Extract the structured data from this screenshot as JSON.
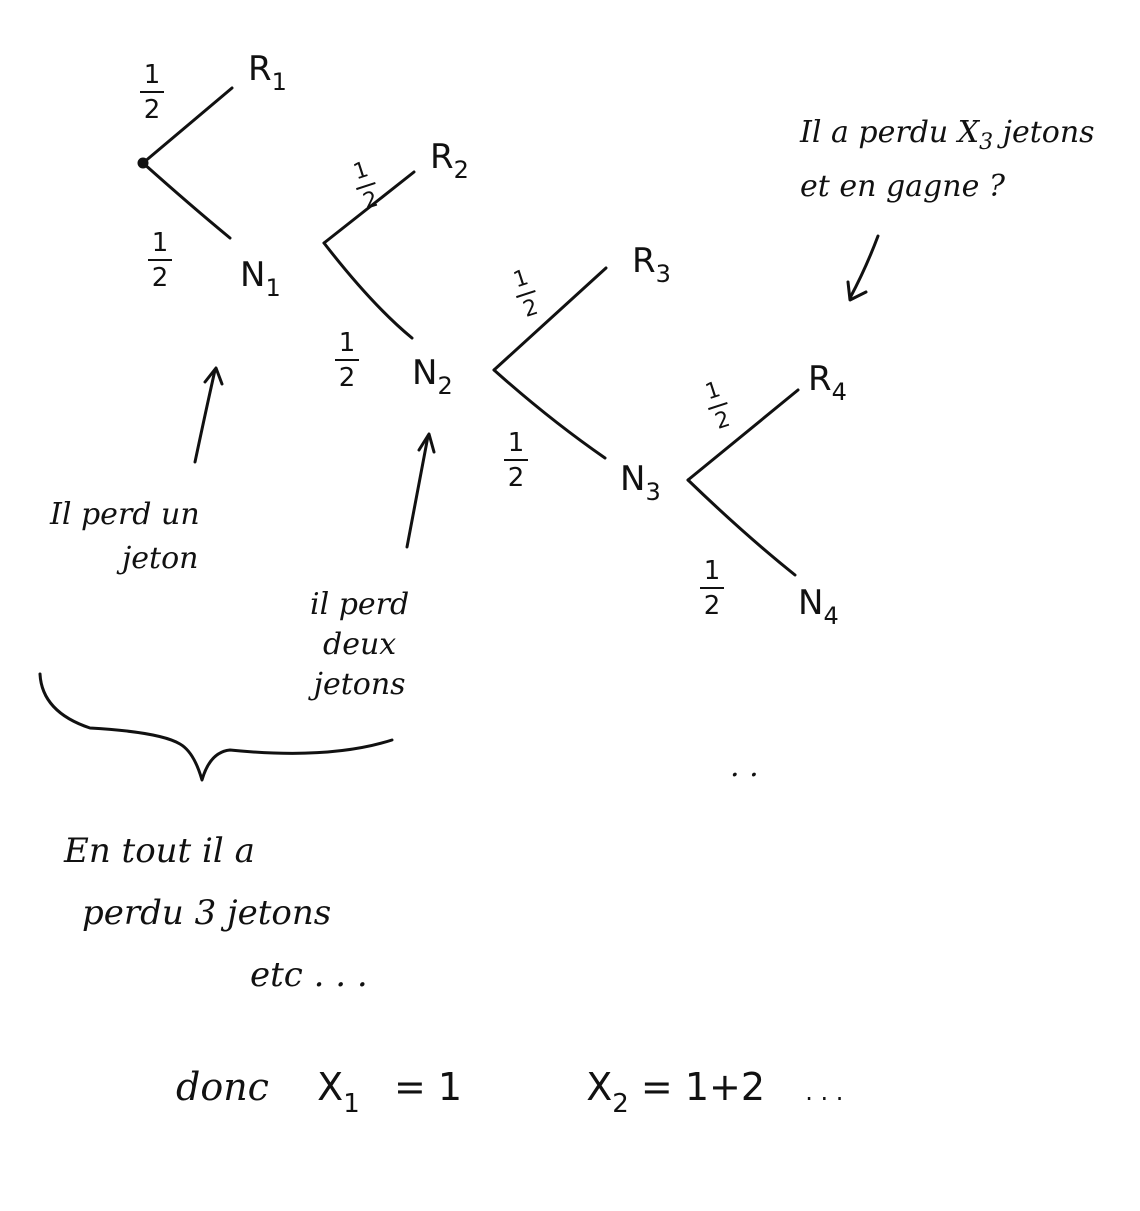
{
  "tree": {
    "nodes": [
      {
        "id": "R1",
        "letter": "R",
        "index": "1"
      },
      {
        "id": "N1",
        "letter": "N",
        "index": "1"
      },
      {
        "id": "R2",
        "letter": "R",
        "index": "2"
      },
      {
        "id": "N2",
        "letter": "N",
        "index": "2"
      },
      {
        "id": "R3",
        "letter": "R",
        "index": "3"
      },
      {
        "id": "N3",
        "letter": "N",
        "index": "3"
      },
      {
        "id": "R4",
        "letter": "R",
        "index": "4"
      },
      {
        "id": "N4",
        "letter": "N",
        "index": "4"
      }
    ],
    "probability": {
      "numerator": "1",
      "denominator": "2"
    }
  },
  "notes": {
    "n1_line1": "Il perd un",
    "n1_line2": "jeton",
    "n2_line1": "il perd",
    "n2_line2": "deux",
    "n2_line3": "jetons",
    "n3_line1": "Il a perdu X",
    "n3_index": "3",
    "n3_tail": " jetons",
    "n3_line2": "et en gagne ?"
  },
  "summary": {
    "line1": "En tout il a",
    "line2": "perdu 3 jetons",
    "line3": "etc . . .",
    "dots": ". ."
  },
  "equation": {
    "prefix": "donc",
    "x1_var": "X",
    "x1_index": "1",
    "x1_value": "= 1",
    "x2_var": "X",
    "x2_index": "2",
    "x2_value": "= 1+2",
    "x2_tail": ". . ."
  }
}
